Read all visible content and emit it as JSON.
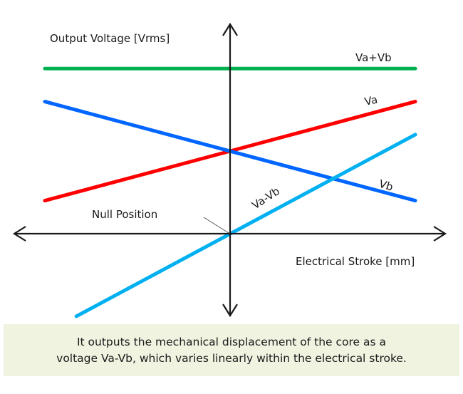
{
  "diagram": {
    "y_axis_label": "Output Voltage [Vrms]",
    "x_axis_label": "Electrical Stroke [mm]",
    "null_label": "Null Position",
    "caption_line1": "It outputs the mechanical displacement of the core as a",
    "caption_line2": "voltage Va-Vb, which varies linearly within the electrical stroke."
  },
  "chart_data": {
    "type": "line",
    "title": "",
    "xlabel": "Electrical Stroke [mm]",
    "ylabel": "Output Voltage [Vrms]",
    "xlim": [
      -1,
      1
    ],
    "ylim": [
      -1,
      2
    ],
    "grid": false,
    "legend": "inline",
    "annotations": [
      {
        "text": "Null Position",
        "x": 0,
        "y": 0
      }
    ],
    "series": [
      {
        "name": "Va+Vb",
        "color": "#00b050",
        "x": [
          -1,
          1
        ],
        "y": [
          1.9,
          1.9
        ]
      },
      {
        "name": "Va",
        "color": "#ff0000",
        "x": [
          -1,
          1
        ],
        "y": [
          0.38,
          1.52
        ]
      },
      {
        "name": "Vb",
        "color": "#0066ff",
        "x": [
          -1,
          1
        ],
        "y": [
          1.52,
          0.38
        ]
      },
      {
        "name": "Va-Vb",
        "color": "#00b0f0",
        "x": [
          -0.83,
          1
        ],
        "y": [
          -0.95,
          1.14
        ]
      }
    ]
  }
}
